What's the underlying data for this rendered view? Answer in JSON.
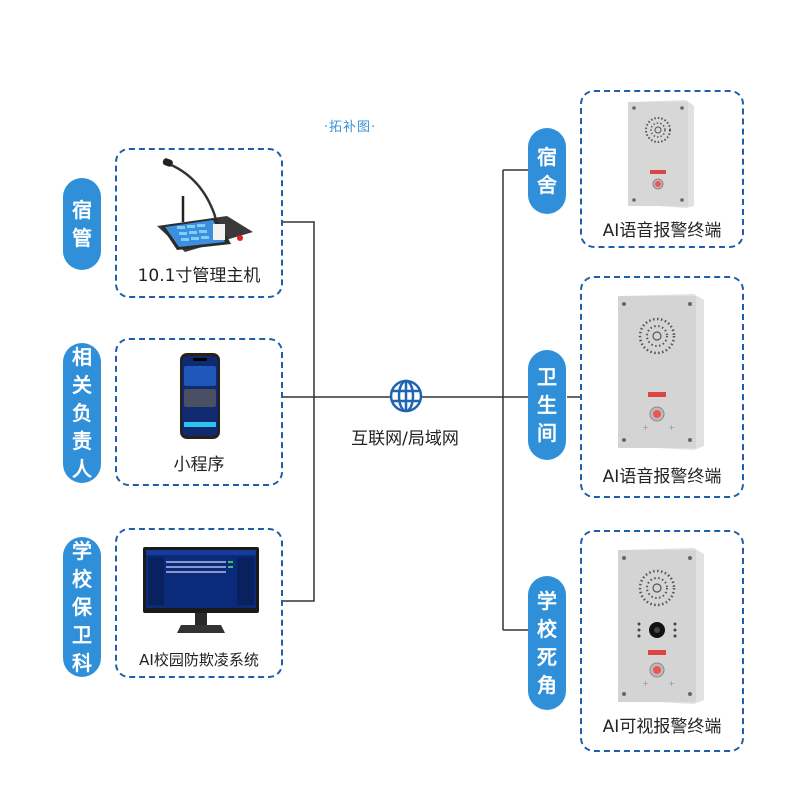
{
  "title": "·拓补图·",
  "network": {
    "label": "互联网/局域网",
    "icon": "globe-icon"
  },
  "left_groups": [
    {
      "category": [
        "宿",
        "管"
      ],
      "device_label": "10.1寸管理主机",
      "device_icon": "management-console"
    },
    {
      "category": [
        "相",
        "关",
        "负",
        "责",
        "人"
      ],
      "device_label": "小程序",
      "device_icon": "smartphone"
    },
    {
      "category": [
        "学",
        "校",
        "保",
        "卫",
        "科"
      ],
      "device_label": "AI校园防欺凌系统",
      "device_icon": "monitor"
    }
  ],
  "right_groups": [
    {
      "category": [
        "宿",
        "舍"
      ],
      "device_label": "AI语音报警终端",
      "device_icon": "voice-alarm-terminal"
    },
    {
      "category": [
        "卫",
        "生",
        "间"
      ],
      "device_label": "AI语音报警终端",
      "device_icon": "voice-alarm-terminal"
    },
    {
      "category": [
        "学",
        "校",
        "死",
        "角"
      ],
      "device_label": "AI可视报警终端",
      "device_icon": "video-alarm-terminal"
    }
  ],
  "colors": {
    "accent": "#2f8fd8",
    "dashed_border": "#1f5fa8",
    "connector": "#333333",
    "title": "#3a8fd6"
  }
}
